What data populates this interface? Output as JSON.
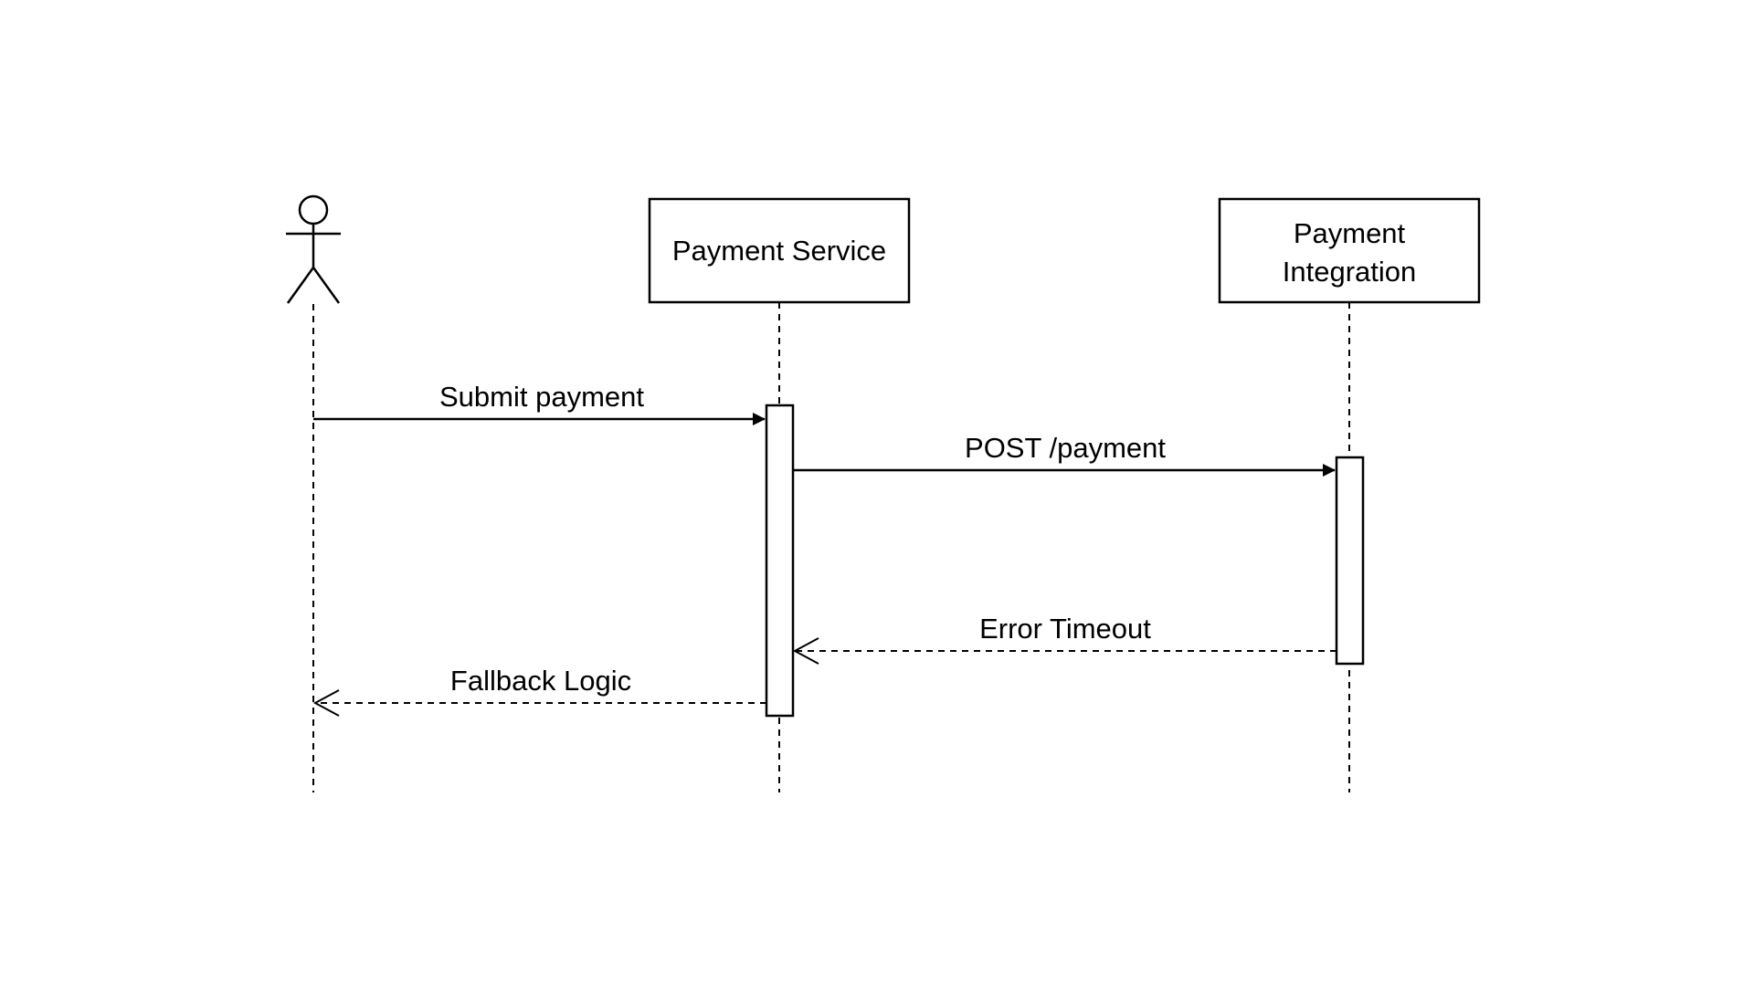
{
  "diagram": {
    "type": "sequence",
    "colors": {
      "line": "#000000",
      "background": "#ffffff",
      "box_fill": "#ffffff"
    },
    "participants": [
      {
        "id": "actor",
        "kind": "actor",
        "label": ""
      },
      {
        "id": "payment-service",
        "kind": "box",
        "label_lines": [
          "Payment Service"
        ]
      },
      {
        "id": "payment-integration",
        "kind": "box",
        "label_lines": [
          "Payment",
          "Integration"
        ]
      }
    ],
    "messages": [
      {
        "from": "actor",
        "to": "payment-service",
        "label": "Submit payment",
        "style": "solid",
        "arrow": "filled"
      },
      {
        "from": "payment-service",
        "to": "payment-integration",
        "label": "POST /payment",
        "style": "solid",
        "arrow": "filled"
      },
      {
        "from": "payment-integration",
        "to": "payment-service",
        "label": "Error Timeout",
        "style": "dashed",
        "arrow": "open"
      },
      {
        "from": "payment-service",
        "to": "actor",
        "label": "Fallback Logic",
        "style": "dashed",
        "arrow": "open"
      }
    ]
  }
}
